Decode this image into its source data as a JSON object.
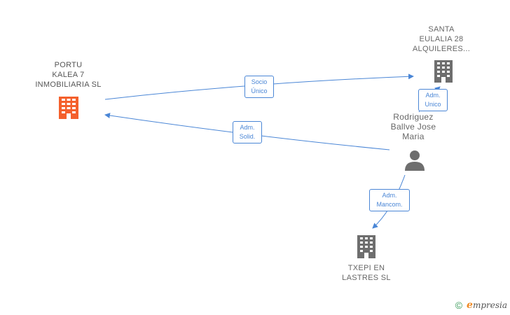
{
  "nodes": {
    "portu": {
      "label_lines": [
        "PORTU",
        "KALEA 7",
        "INMOBILIARIA SL"
      ],
      "icon": "building-icon",
      "color": "#f4602c"
    },
    "santa": {
      "label_lines": [
        "SANTA",
        "EULALIA 28",
        "ALQUILERES..."
      ],
      "icon": "building-icon",
      "color": "#6e6e6e"
    },
    "rodriguez": {
      "label_lines": [
        "Rodriguez",
        "Ballve Jose",
        "Maria"
      ],
      "icon": "person-icon",
      "color": "#6e6e6e"
    },
    "txepi": {
      "label_lines": [
        "TXEPI EN",
        "LASTRES SL"
      ],
      "icon": "building-icon",
      "color": "#6e6e6e"
    }
  },
  "edges": [
    {
      "id": "socio",
      "label_lines": [
        "Socio",
        "Único"
      ]
    },
    {
      "id": "adm-unico",
      "label_lines": [
        "Adm.",
        "Unico"
      ]
    },
    {
      "id": "adm-solid",
      "label_lines": [
        "Adm.",
        "Solid."
      ]
    },
    {
      "id": "adm-mancom",
      "label_lines": [
        "Adm.",
        "Mancom."
      ]
    }
  ],
  "footer": {
    "copyright": "©",
    "brand_initial": "e",
    "brand_rest": "mpresia"
  },
  "colors": {
    "edge": "#4a86d6",
    "highlight": "#f4602c",
    "neutral": "#6e6e6e"
  }
}
